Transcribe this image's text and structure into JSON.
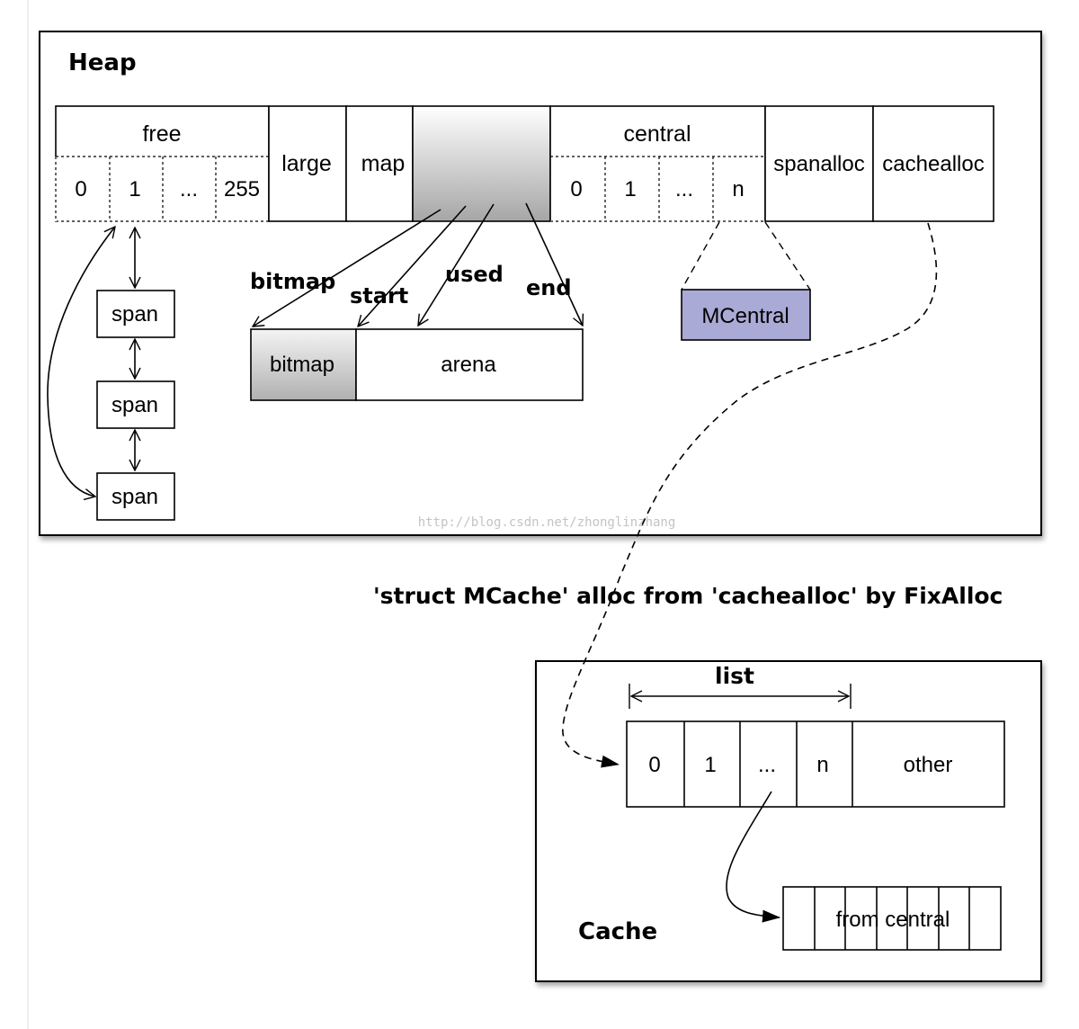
{
  "heap": {
    "title": "Heap",
    "free": {
      "label": "free",
      "slots": [
        "0",
        "1",
        "...",
        "255"
      ]
    },
    "large": "large",
    "map": "map",
    "central": {
      "label": "central",
      "slots": [
        "0",
        "1",
        "...",
        "n"
      ]
    },
    "spanalloc": "spanalloc",
    "cachealloc": "cachealloc",
    "spans": [
      "span",
      "span",
      "span"
    ],
    "arrow_labels": {
      "bitmap": "bitmap",
      "start": "start",
      "used": "used",
      "end": "end"
    },
    "arena": {
      "bitmap": "bitmap",
      "arena": "arena"
    },
    "mcentral": "MCentral",
    "colors": {
      "mcentral_fill": "#aaaad6",
      "gradient_top": "#ffffff",
      "gradient_bottom": "#a6a6a6"
    }
  },
  "watermark": "http://blog.csdn.net/zhonglinzhang",
  "caption": "'struct MCache' alloc from 'cachealloc' by FixAlloc",
  "cache": {
    "title": "Cache",
    "list_label": "list",
    "slots": [
      "0",
      "1",
      "...",
      "n"
    ],
    "other": "other",
    "from_central": "from central"
  }
}
